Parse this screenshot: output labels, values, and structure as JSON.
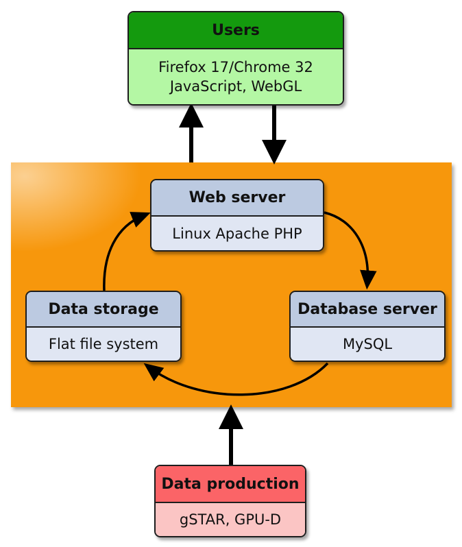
{
  "users": {
    "title": "Users",
    "lines": [
      "Firefox 17/Chrome 32",
      "JavaScript, WebGL"
    ]
  },
  "web_server": {
    "title": "Web server",
    "body": "Linux Apache PHP"
  },
  "database_server": {
    "title": "Database server",
    "body": "MySQL"
  },
  "data_storage": {
    "title": "Data storage",
    "body": "Flat file system"
  },
  "data_production": {
    "title": "Data production",
    "body": "gSTAR, GPU-D"
  },
  "colors": {
    "panel": "#f7970c",
    "users_header": "#149a0e",
    "users_body": "#b4f7a4",
    "server_header": "#bccae1",
    "server_body": "#e0e6f3",
    "production_header": "#fb6467",
    "production_body": "#fbc5c4"
  }
}
